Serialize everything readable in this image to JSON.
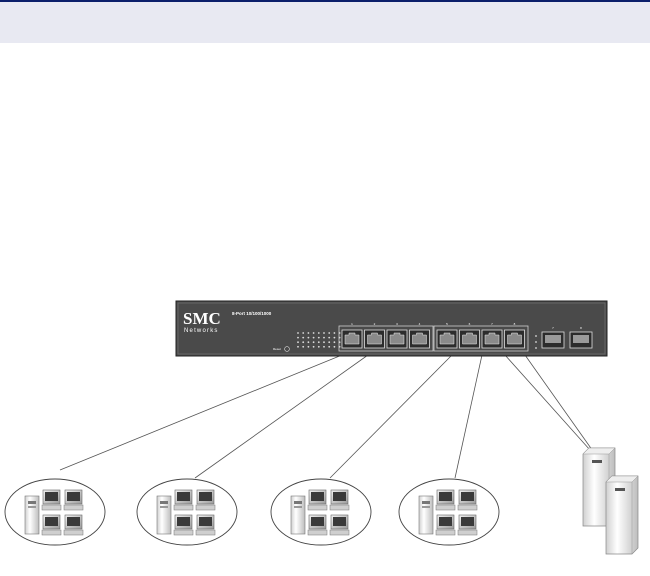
{
  "switch": {
    "brand": "SMC",
    "brand_sub": "Networks",
    "model": "8-Port 10/100/1000",
    "reset_label": "Reset",
    "port_numbers": [
      "1",
      "2",
      "3",
      "4",
      "5",
      "6",
      "7",
      "8"
    ],
    "sfp_numbers": [
      "7",
      "8"
    ]
  },
  "colors": {
    "header_band": "#e8e9f2",
    "header_rule": "#0b1f6b",
    "switch_body": "#4a4a4a",
    "link_line": "#555555"
  },
  "workgroups": 4,
  "servers": 2
}
